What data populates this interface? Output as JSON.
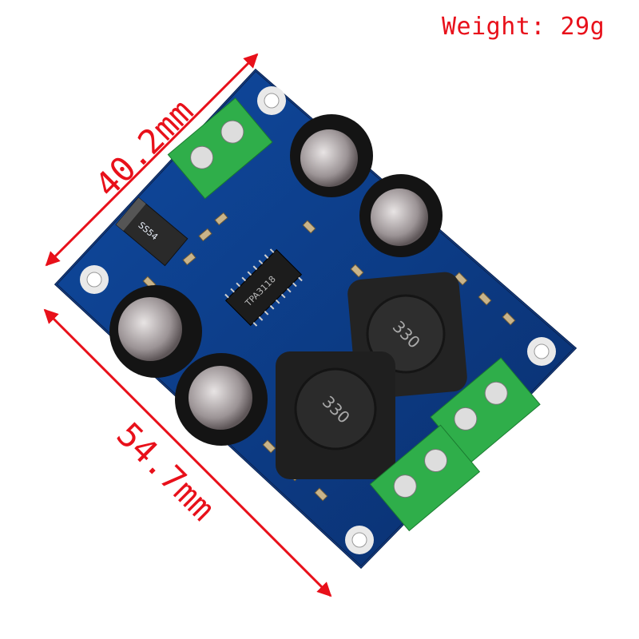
{
  "weight_label": "Weight: 29g",
  "dimensions": {
    "width": "40.2mm",
    "length": "54.7mm"
  },
  "board_markings": {
    "diode": "SS54",
    "chip": "TPA3118",
    "inductor_1": "330",
    "inductor_2": "330"
  },
  "colors": {
    "annotation": "#e8101a",
    "pcb": "#0d3d8a",
    "terminal": "#2fae4a"
  }
}
